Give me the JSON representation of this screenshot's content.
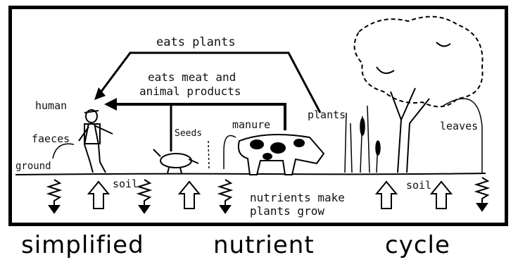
{
  "labels": {
    "eats_plants": "eats plants",
    "eats_meat_line1": "eats meat and",
    "eats_meat_line2": "animal products",
    "human": "human",
    "faeces": "faeces",
    "ground": "ground",
    "soil_left": "soil",
    "seeds": "Seeds",
    "manure": "manure",
    "plants": "plants",
    "leaves": "leaves",
    "soil_right": "soil",
    "nutrients_line1": "nutrients make",
    "nutrients_line2": "plants grow"
  },
  "title": {
    "word1": "simplified",
    "word2": "nutrient",
    "word3": "cycle"
  },
  "colors": {
    "ink": "#000000",
    "paper": "#ffffff"
  }
}
